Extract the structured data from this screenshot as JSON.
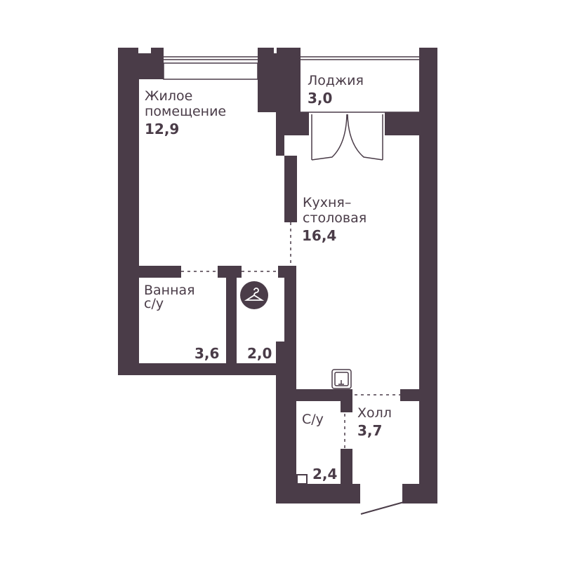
{
  "colors": {
    "wall": "#4a3c48",
    "background": "#ffffff"
  },
  "rooms": {
    "living": {
      "name_line1": "Жилое",
      "name_line2": "помещение",
      "area": "12,9"
    },
    "loggia": {
      "name": "Лоджия",
      "area": "3,0"
    },
    "kitchen": {
      "name_line1": "Кухня–",
      "name_line2": "столовая",
      "area": "16,4"
    },
    "bathroom": {
      "name_line1": "Ванная",
      "name_line2": "с/у",
      "area": "3,6"
    },
    "wardrobe": {
      "icon": "hanger-icon",
      "area": "2,0"
    },
    "toilet": {
      "name": "С/у",
      "area": "2,4"
    },
    "hall": {
      "name": "Холл",
      "area": "3,7"
    }
  }
}
